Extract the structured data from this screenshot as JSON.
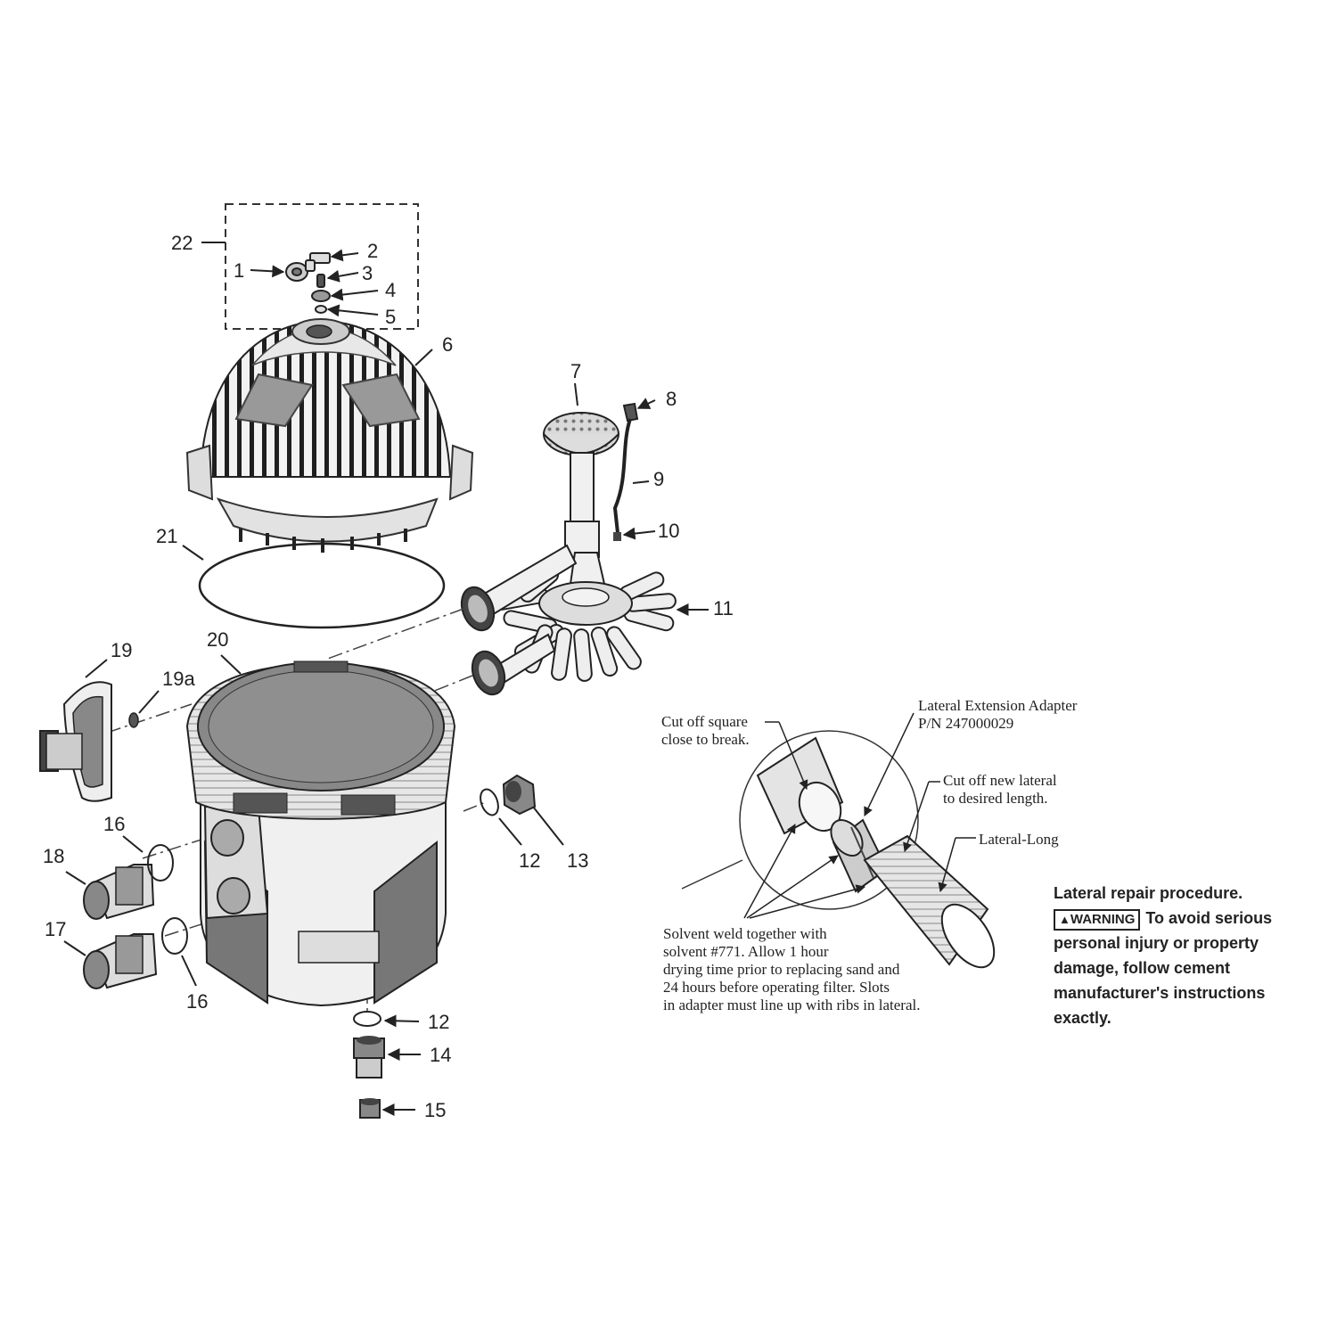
{
  "callouts": {
    "c1": "1",
    "c2": "2",
    "c3": "3",
    "c4": "4",
    "c5": "5",
    "c6": "6",
    "c7": "7",
    "c8": "8",
    "c9": "9",
    "c10": "10",
    "c11": "11",
    "c12a": "12",
    "c12b": "12",
    "c13": "13",
    "c14": "14",
    "c15": "15",
    "c16a": "16",
    "c16b": "16",
    "c17": "17",
    "c18": "18",
    "c19": "19",
    "c19a": "19a",
    "c20": "20",
    "c21": "21",
    "c22": "22"
  },
  "detail": {
    "cut_square_1": "Cut off square",
    "cut_square_2": "close to break.",
    "adapter_1": "Lateral Extension Adapter",
    "adapter_2": "P/N 247000029",
    "cut_new_1": "Cut off new lateral",
    "cut_new_2": "to desired length.",
    "lateral_long": "Lateral-Long",
    "solvent_1": "Solvent weld together with",
    "solvent_2": "solvent #771. Allow 1 hour",
    "solvent_3": "drying time prior to replacing sand and",
    "solvent_4": "24 hours before operating filter. Slots",
    "solvent_5": "in adapter must line up with ribs in lateral."
  },
  "repair": {
    "title": "Lateral repair procedure.",
    "warning_label": "WARNING",
    "warning_icon": "warning-triangle-icon",
    "warning_text": "To avoid serious personal injury or property damage, follow cement manufacturer's instructions exactly."
  }
}
